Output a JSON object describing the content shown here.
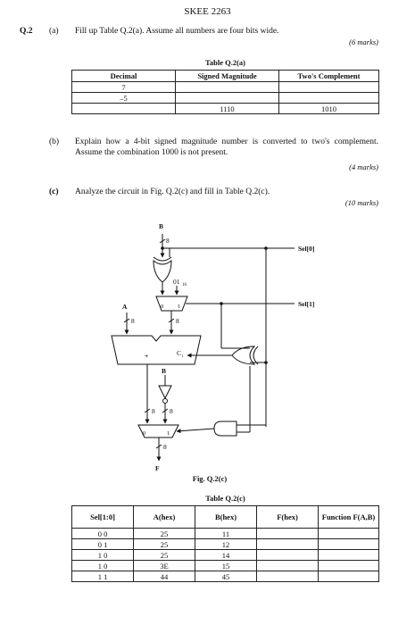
{
  "header": "SKEE 2263",
  "question": {
    "number": "Q.2",
    "a": {
      "label": "(a)",
      "text": "Fill up Table Q.2(a). Assume all numbers are four bits wide.",
      "marks": "(6 marks)"
    },
    "table_a": {
      "caption": "Table Q.2(a)",
      "headers": [
        "Decimal",
        "Signed Magnitude",
        "Two's Complement"
      ],
      "rows": [
        [
          "7",
          "",
          ""
        ],
        [
          "–5",
          "",
          ""
        ],
        [
          "",
          "1110",
          "1010"
        ]
      ]
    },
    "b": {
      "label": "(b)",
      "text": "Explain how a 4-bit signed magnitude number is converted to two's complement. Assume the combination 1000 is not present.",
      "marks": "(4 marks)"
    },
    "c": {
      "label": "(c)",
      "text": "Analyze the circuit in Fig. Q.2(c) and fill in Table Q.2(c).",
      "marks": "(10 marks)"
    },
    "figure": {
      "caption": "Fig. Q.2(c)",
      "labels": {
        "B_top": "B",
        "width_8": "8",
        "const": "01",
        "const_sub": "16",
        "mux_0": "0",
        "mux_1": "1",
        "A": "A",
        "plus": "+",
        "cin": "C",
        "cin_sub": "i",
        "B_mid": "B",
        "F": "F",
        "sel0": "Sel[0]",
        "sel1": "Sel[1]"
      }
    },
    "table_c": {
      "caption": "Table Q.2(c)",
      "headers": [
        "Sel[1:0]",
        "A(hex)",
        "B(hex)",
        "F(hex)",
        "Function F(A,B)"
      ],
      "rows": [
        [
          "0 0",
          "25",
          "11",
          "",
          ""
        ],
        [
          "0 1",
          "25",
          "12",
          "",
          ""
        ],
        [
          "1 0",
          "25",
          "14",
          "",
          ""
        ],
        [
          "1 0",
          "3E",
          "15",
          "",
          ""
        ],
        [
          "1 1",
          "44",
          "45",
          "",
          ""
        ]
      ]
    }
  }
}
